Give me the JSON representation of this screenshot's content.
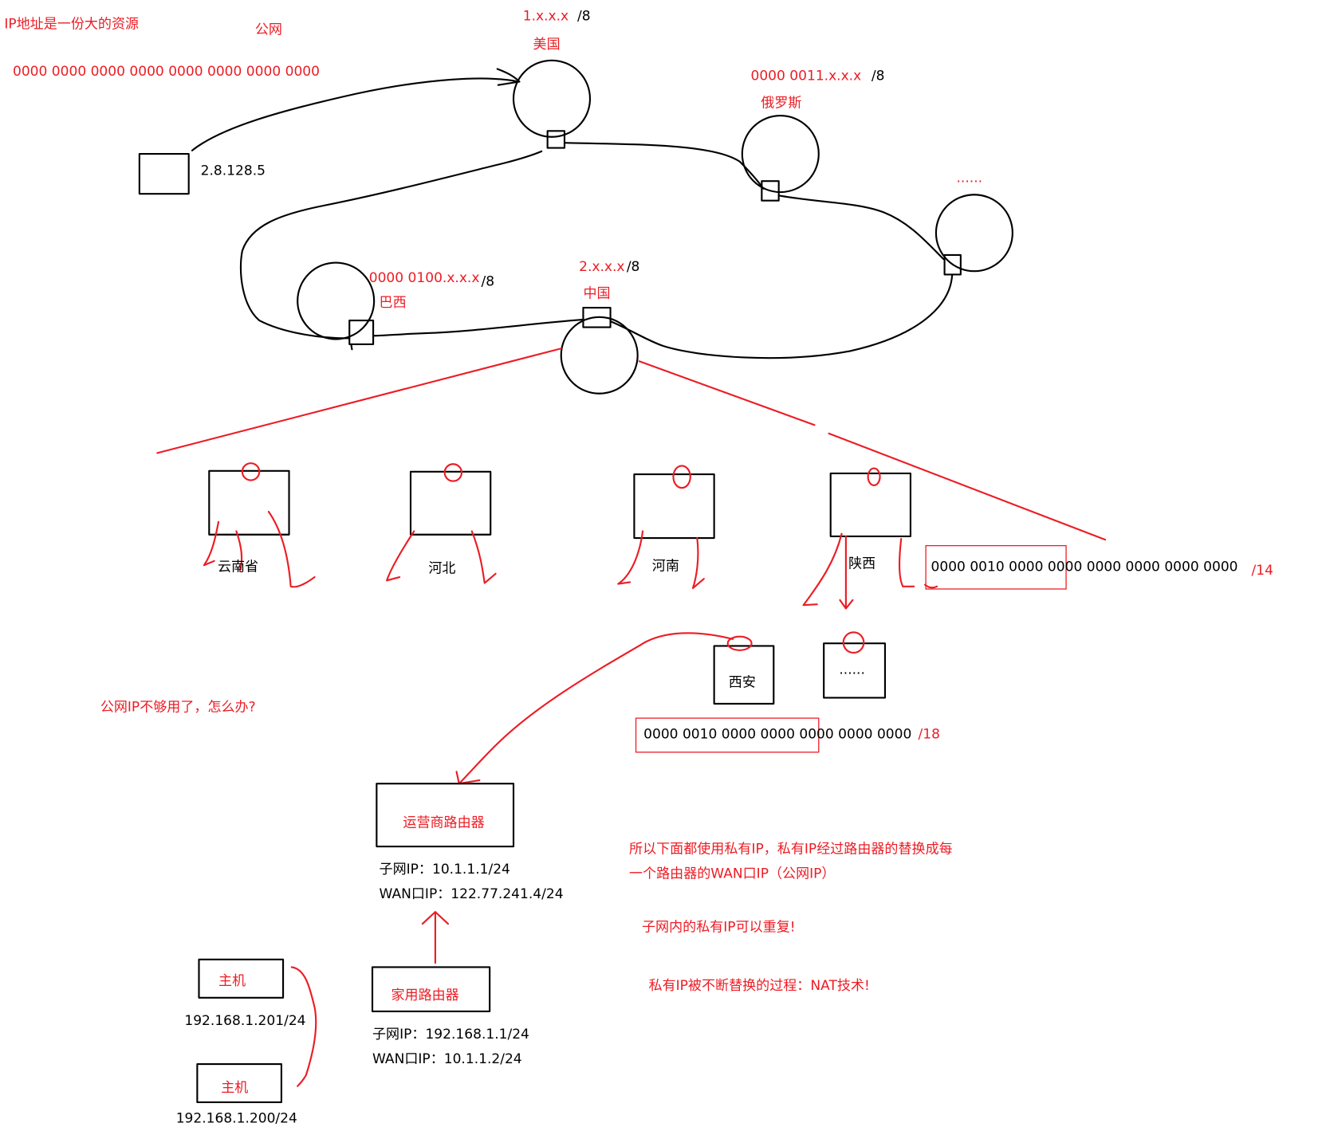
{
  "colors": {
    "ink": "#000000",
    "highlight": "#ec1c24",
    "paper": "#ffffff"
  },
  "notes": {
    "resource_title": "IP地址是一份大的资源",
    "public_net": "公网",
    "full_bits": "0000 0000 0000 0000 0000 0000 0000 0000",
    "out_of_ips": "公网IP不够用了，怎么办?",
    "explain_line1": "所以下面都使用私有IP，私有IP经过路由器的替换成每",
    "explain_line2": "一个路由器的WAN口IP（公网IP）",
    "private_repeat": "子网内的私有IP可以重复!",
    "nat": "私有IP被不断替换的过程：NAT技术!"
  },
  "host_top": {
    "ip": "2.8.128.5"
  },
  "countries": {
    "usa": {
      "prefix": "1.x.x.x",
      "mask": "/8",
      "name": "美国"
    },
    "russia": {
      "prefix": "0000 0011.x.x.x",
      "mask": "/8",
      "name": "俄罗斯"
    },
    "other": {
      "label": "......"
    },
    "brazil": {
      "prefix": "0000 0100.x.x.x",
      "mask": "/8",
      "name": "巴西"
    },
    "china": {
      "prefix": "2.x.x.x",
      "mask": "/8",
      "name": "中国"
    }
  },
  "provinces": [
    {
      "name": "云南省"
    },
    {
      "name": "河北"
    },
    {
      "name": "河南"
    },
    {
      "name": "陕西"
    }
  ],
  "province_prefix": {
    "bits": "0000 0010 0000 0000 0000 0000 0000 0000",
    "mask": "/14"
  },
  "cities": [
    {
      "name": "西安"
    },
    {
      "name": "......"
    }
  ],
  "city_prefix": {
    "bits": "0000 0010 0000 0000 0000 0000 0000",
    "mask": "/18"
  },
  "isp_router": {
    "label": "运营商路由器",
    "subnet_ip": "子网IP：10.1.1.1/24",
    "wan_ip": "WAN口IP：122.77.241.4/24"
  },
  "home_router": {
    "label": "家用路由器",
    "subnet_ip": "子网IP：192.168.1.1/24",
    "wan_ip": "WAN口IP：10.1.1.2/24"
  },
  "hosts": [
    {
      "label": "主机",
      "ip": "192.168.1.201/24"
    },
    {
      "label": "主机",
      "ip": "192.168.1.200/24"
    }
  ]
}
